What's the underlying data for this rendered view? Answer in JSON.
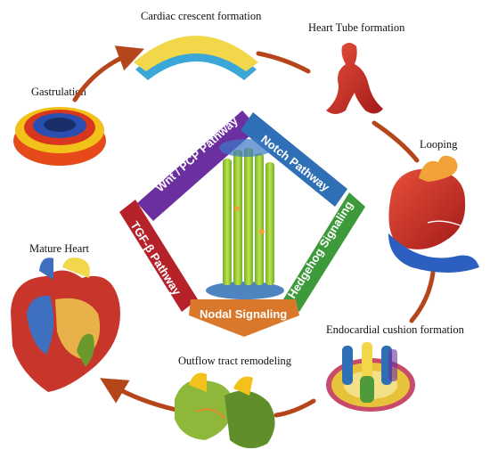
{
  "stages": {
    "cardiac_crescent": "Cardiac crescent formation",
    "heart_tube": "Heart Tube formation",
    "gastrulation": "Gastrulation",
    "looping": "Looping",
    "mature_heart": "Mature Heart",
    "endocardial_cushion": "Endocardial cushion formation",
    "outflow_tract": "Outflow tract remodeling"
  },
  "pathways": {
    "wnt": "Wnt / PCP Pathway",
    "notch": "Notch Pathway",
    "tgfb": "TGF-β Pathway",
    "hedgehog": "Hedgehog Signaling",
    "nodal": "Nodal Signaling"
  },
  "colors": {
    "cycle_arrow": "#b5461c",
    "wnt_banner": "#6b2fa0",
    "notch_banner": "#2f6fb5",
    "tgfb_banner": "#b5222a",
    "hedgehog_banner": "#3d9a3a",
    "nodal_banner": "#d9772a"
  }
}
